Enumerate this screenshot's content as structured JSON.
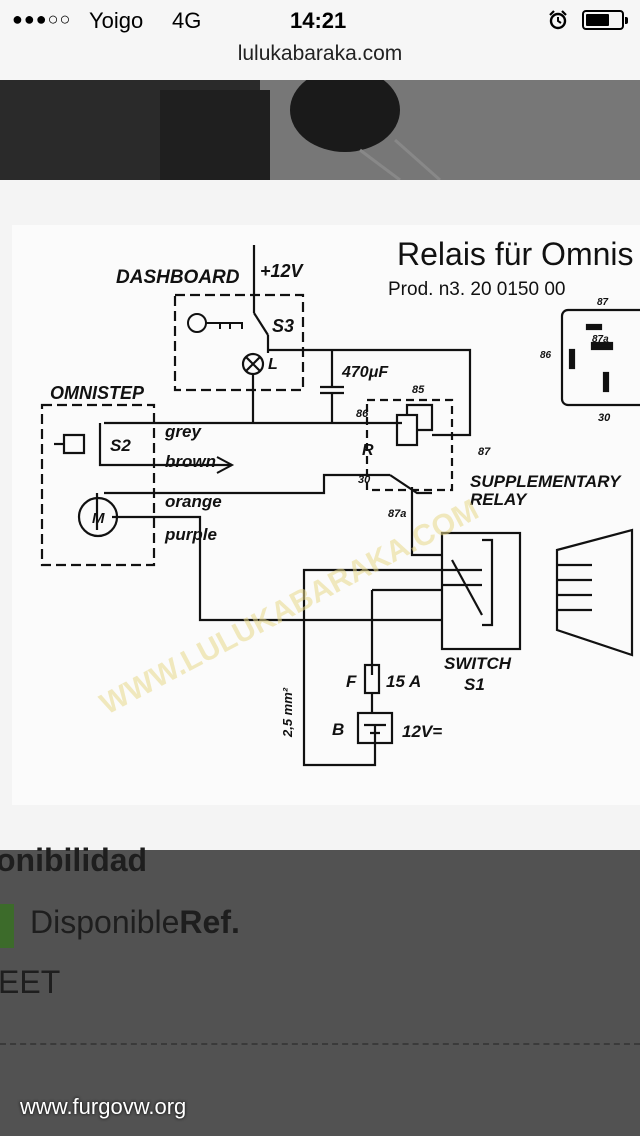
{
  "status_bar": {
    "carrier": "Yoigo",
    "network": "4G",
    "time": "14:21",
    "url": "lulukabaraka.com",
    "alarm_icon": "alarm-clock-icon",
    "battery_icon": "battery-icon"
  },
  "diagram": {
    "title": "Relais für Omnis",
    "product": "Prod. n3. 20 0150 00",
    "dashboard": "DASHBOARD",
    "plus12v": "+12V",
    "s3": "S3",
    "lamp": "L",
    "cap": "470μF",
    "omnistep": "OMNISTEP",
    "s2": "S2",
    "motor": "M",
    "wire_grey": "grey",
    "wire_brown": "brown",
    "wire_orange": "orange",
    "wire_purple": "purple",
    "pin85": "85",
    "pin86": "86",
    "pin87": "87",
    "pin30": "30",
    "pin87a": "87a",
    "relay_r": "R",
    "supp1": "SUPPLEMENTARY",
    "supp2": "RELAY",
    "switch1": "SWITCH",
    "switch2": "S1",
    "fuse_f": "F",
    "fuse_val": "15 A",
    "battery_b": "B",
    "battery_val": "12V=",
    "wire_size": "2,5 mm²",
    "conn87": "87",
    "conn87a": "87a",
    "conn86": "86",
    "conn30": "30",
    "watermark": "WWW.LULUKABARAKA.COM"
  },
  "page": {
    "availability_heading": "onibilidad",
    "availability_status": "Disponible",
    "ref_label": "Ref.",
    "sku_fragment": "EET",
    "footer_caption": "www.furgovw.org"
  }
}
